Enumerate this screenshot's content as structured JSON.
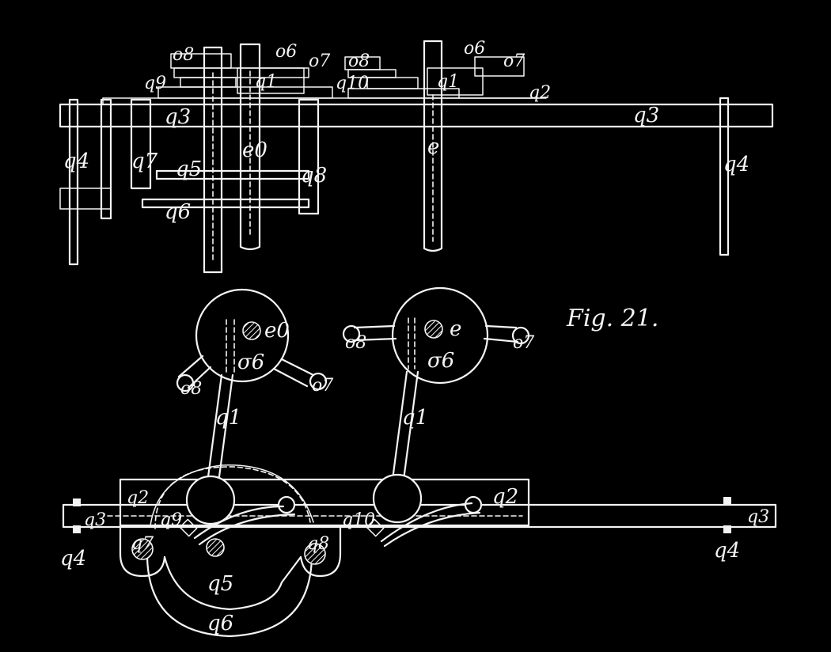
{
  "figure": {
    "caption": "Fig. 21."
  },
  "labels": {
    "q1": "q1",
    "q2": "q2",
    "q3": "q3",
    "q4": "q4",
    "q5": "q5",
    "q6": "q6",
    "q7": "q7",
    "q8": "q8",
    "q9": "q9",
    "q10": "q10",
    "e": "e",
    "e0": "e0",
    "sigma6": "σ6",
    "o6": "o6",
    "o7": "o7",
    "o8": "o8"
  }
}
